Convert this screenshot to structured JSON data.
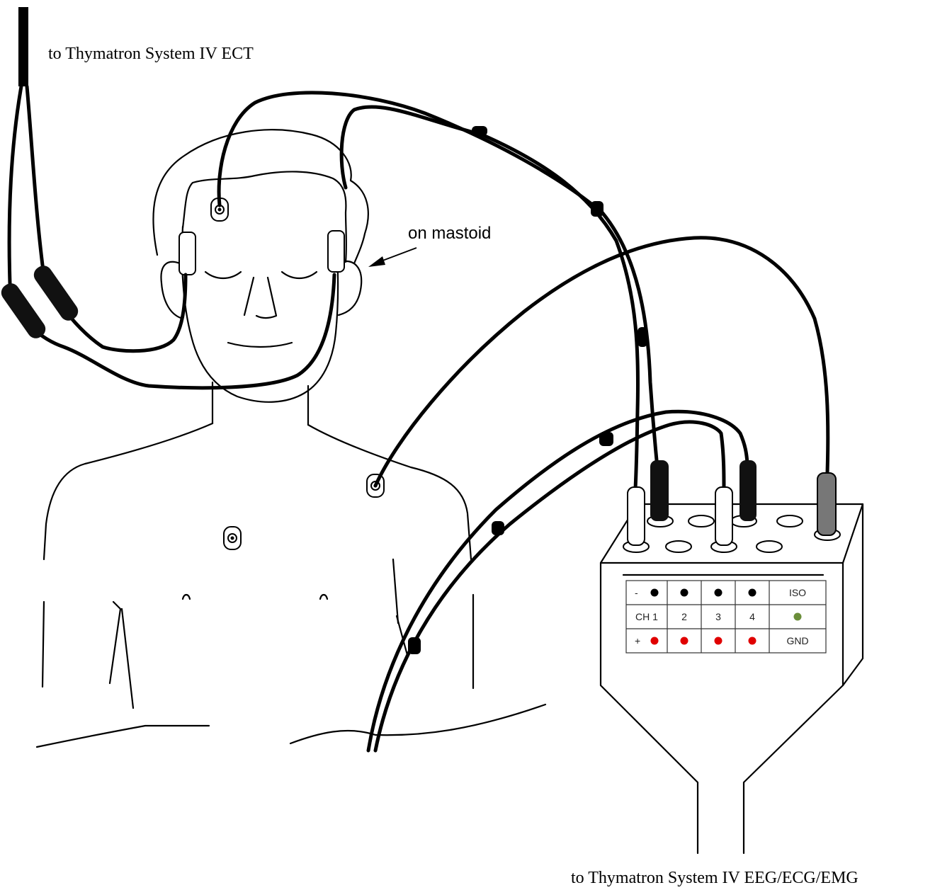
{
  "labels": {
    "ect": "to Thymatron System IV ECT",
    "mastoid": "on mastoid",
    "eeg": "to Thymatron System IV EEG/ECG/EMG"
  },
  "panel": {
    "rows": [
      {
        "sign": "-",
        "cells": [
          "•",
          "•",
          "•",
          "•"
        ],
        "end": "ISO"
      },
      {
        "sign": "",
        "cells": [
          "CH 1",
          "2",
          "3",
          "4"
        ],
        "end": "•"
      },
      {
        "sign": "+",
        "cells": [
          "•",
          "•",
          "•",
          "•"
        ],
        "end": "GND"
      }
    ]
  },
  "colors": {
    "minus_dot": "#000000",
    "plus_dot": "#e00000",
    "iso_dot": "#6b8e3a",
    "line": "#000000"
  }
}
